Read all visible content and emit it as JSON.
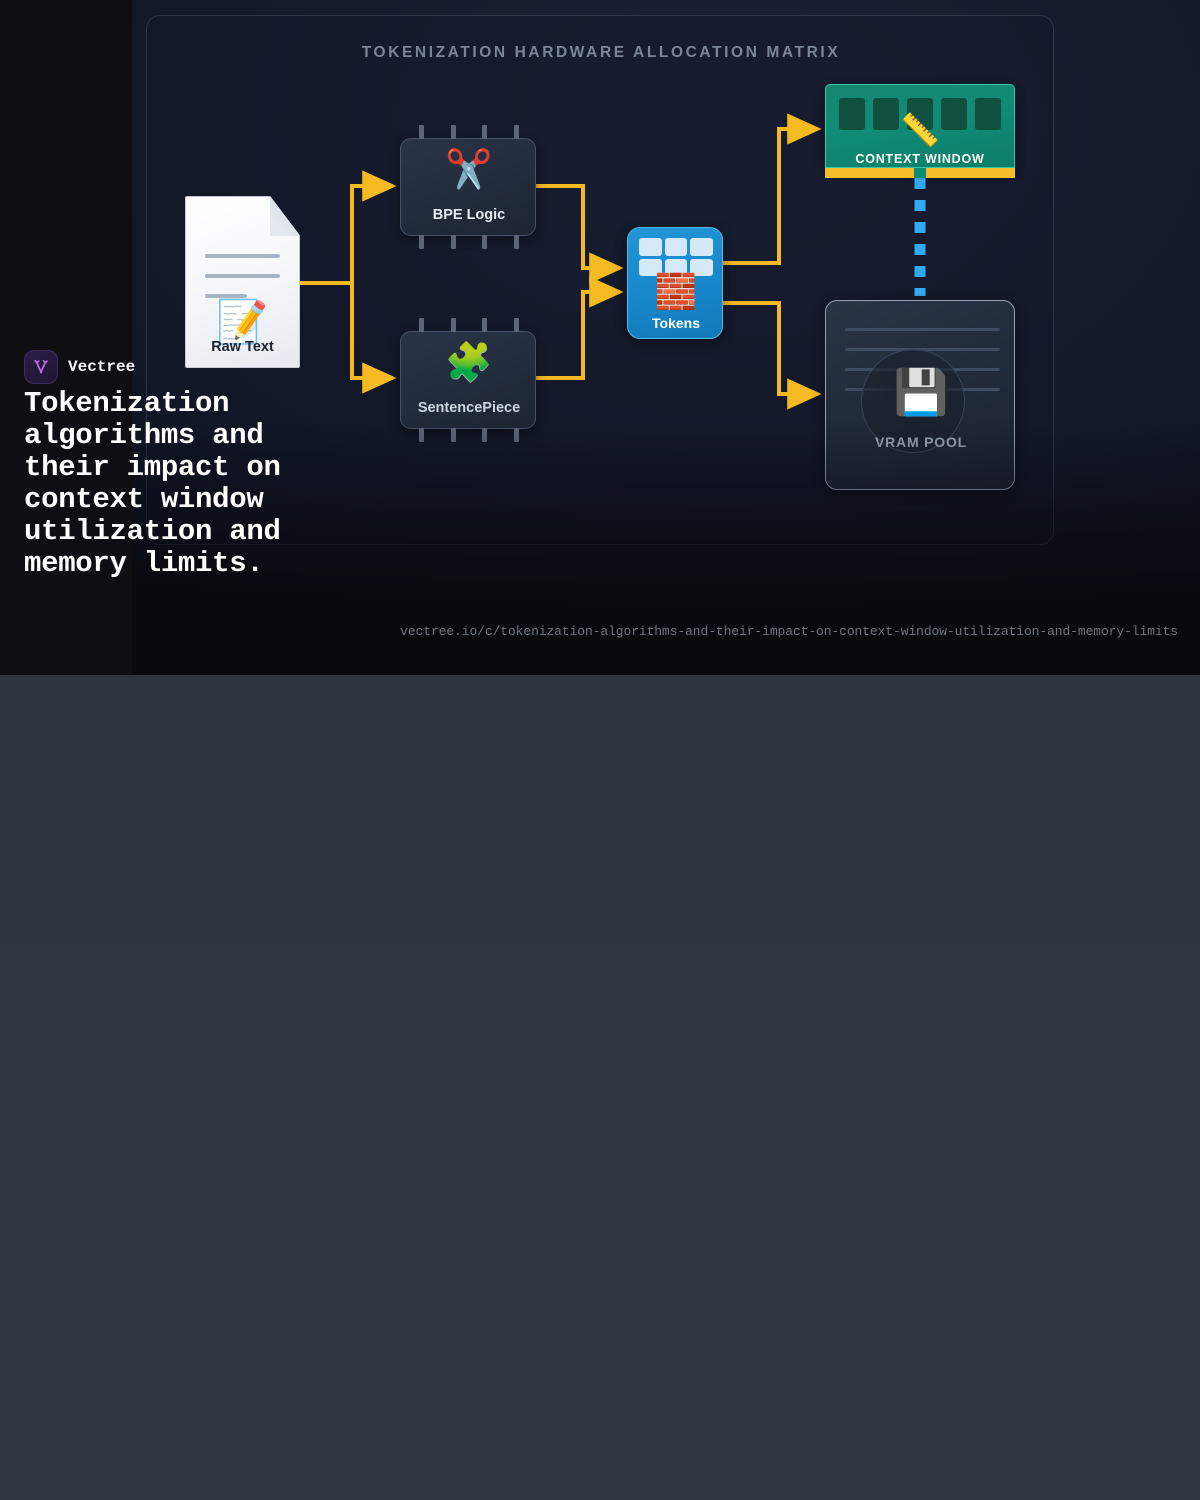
{
  "panel": {
    "title": "TOKENIZATION HARDWARE ALLOCATION MATRIX"
  },
  "diagram": {
    "nodes": {
      "raw_text": {
        "label": "Raw Text",
        "icon": "memo-icon",
        "glyph": "📝",
        "type": "document"
      },
      "bpe": {
        "label": "BPE Logic",
        "icon": "scissors-icon",
        "glyph": "✂️",
        "type": "chip"
      },
      "sentencepiece": {
        "label": "SentencePiece",
        "icon": "puzzle-piece-icon",
        "glyph": "🧩",
        "type": "chip"
      },
      "tokens": {
        "label": "Tokens",
        "icon": "brick-wall-icon",
        "glyph": "🧱",
        "type": "block"
      },
      "context_window": {
        "label": "CONTEXT WINDOW",
        "icon": "ruler-icon",
        "glyph": "📏",
        "type": "ram-stick"
      },
      "vram_pool": {
        "label": "VRAM POOL",
        "icon": "floppy-disk-icon",
        "glyph": "💾",
        "type": "storage"
      }
    },
    "edges": [
      {
        "from": "raw_text",
        "to": "bpe",
        "style": "solid-arrow"
      },
      {
        "from": "raw_text",
        "to": "sentencepiece",
        "style": "solid-arrow"
      },
      {
        "from": "bpe",
        "to": "tokens",
        "style": "solid-arrow"
      },
      {
        "from": "sentencepiece",
        "to": "tokens",
        "style": "solid-arrow"
      },
      {
        "from": "tokens",
        "to": "context_window",
        "style": "solid-arrow"
      },
      {
        "from": "tokens",
        "to": "vram_pool",
        "style": "solid-arrow"
      },
      {
        "from": "context_window",
        "to": "vram_pool",
        "style": "dashed"
      }
    ],
    "colors": {
      "edge": "#f5b921",
      "dashed_edge": "#33a9f2",
      "tokens_node": "#1787ca",
      "context_window_node": "#0f8c76",
      "connector_gold": "#f6bf2a",
      "panel_border": "#2d3746",
      "panel_title": "#7b8698"
    }
  },
  "branding": {
    "name": "Vectree",
    "logo_icon": "vectree-logo-icon",
    "headline": "Tokenization algorithms and their impact on context window utilization and memory limits.",
    "url": "vectree.io/c/tokenization-algorithms-and-their-impact-on-context-window-utilization-and-memory-limits"
  }
}
